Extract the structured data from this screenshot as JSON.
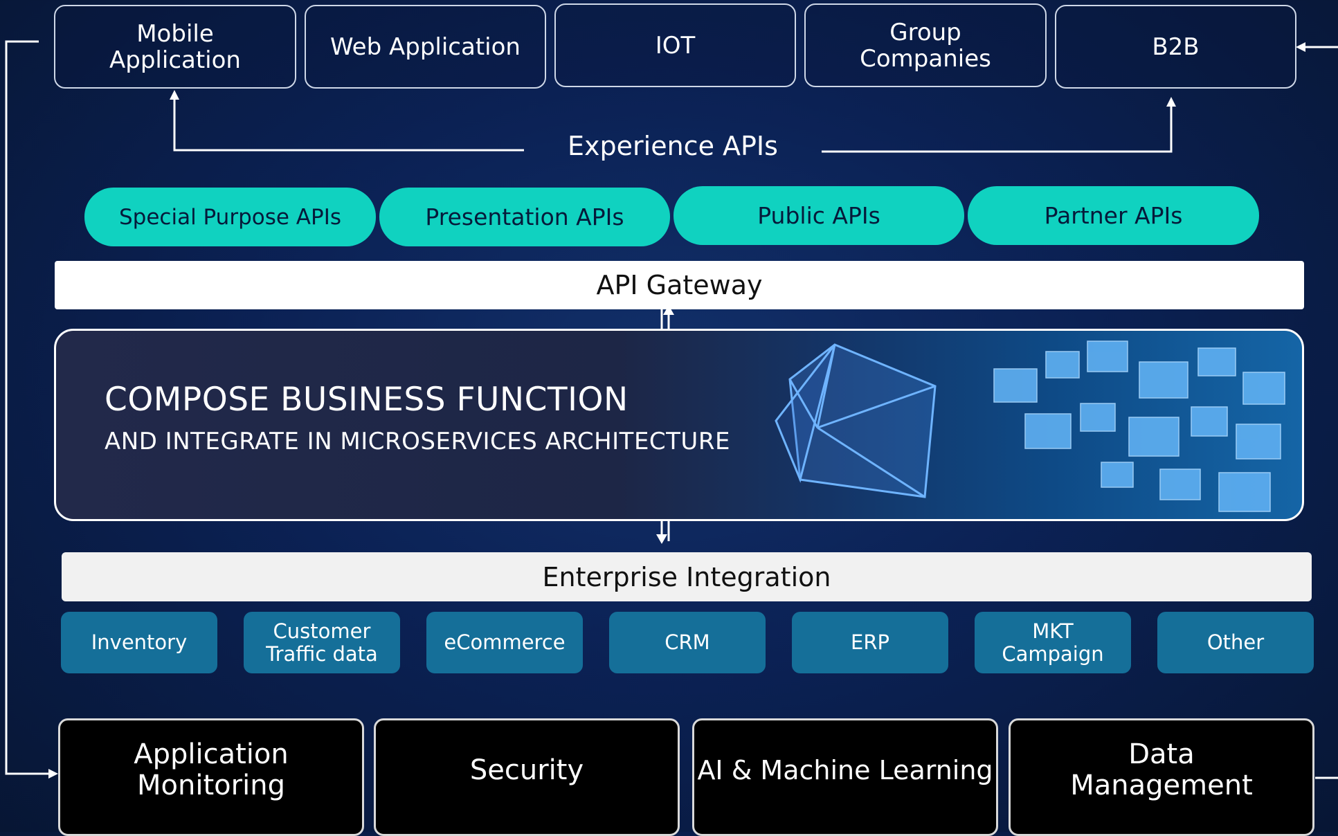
{
  "clients": [
    {
      "label": "Mobile\nApplication"
    },
    {
      "label": "Web Application"
    },
    {
      "label": "IOT"
    },
    {
      "label": "Group\nCompanies"
    },
    {
      "label": "B2B"
    }
  ],
  "experience_label": "Experience APIs",
  "api_pills": [
    {
      "label": "Special Purpose APIs"
    },
    {
      "label": "Presentation APIs"
    },
    {
      "label": "Public APIs"
    },
    {
      "label": "Partner APIs"
    }
  ],
  "api_gateway": "API Gateway",
  "compose": {
    "title": "COMPOSE BUSINESS FUNCTION",
    "subtitle": "AND INTEGRATE IN MICROSERVICES ARCHITECTURE"
  },
  "enterprise_integration": "Enterprise Integration",
  "sources": [
    {
      "label": "Inventory"
    },
    {
      "label": "Customer\nTraffic data"
    },
    {
      "label": "eCommerce"
    },
    {
      "label": "CRM"
    },
    {
      "label": "ERP"
    },
    {
      "label": "MKT\nCampaign"
    },
    {
      "label": "Other"
    }
  ],
  "platforms": [
    {
      "label": "Application\nMonitoring"
    },
    {
      "label": "Security"
    },
    {
      "label": "AI & Machine Learning"
    },
    {
      "label": "Data\nManagement"
    }
  ],
  "colors": {
    "background": "#0b2154",
    "pill": "#10d2c0",
    "source": "#156f99",
    "platform": "#000000"
  }
}
